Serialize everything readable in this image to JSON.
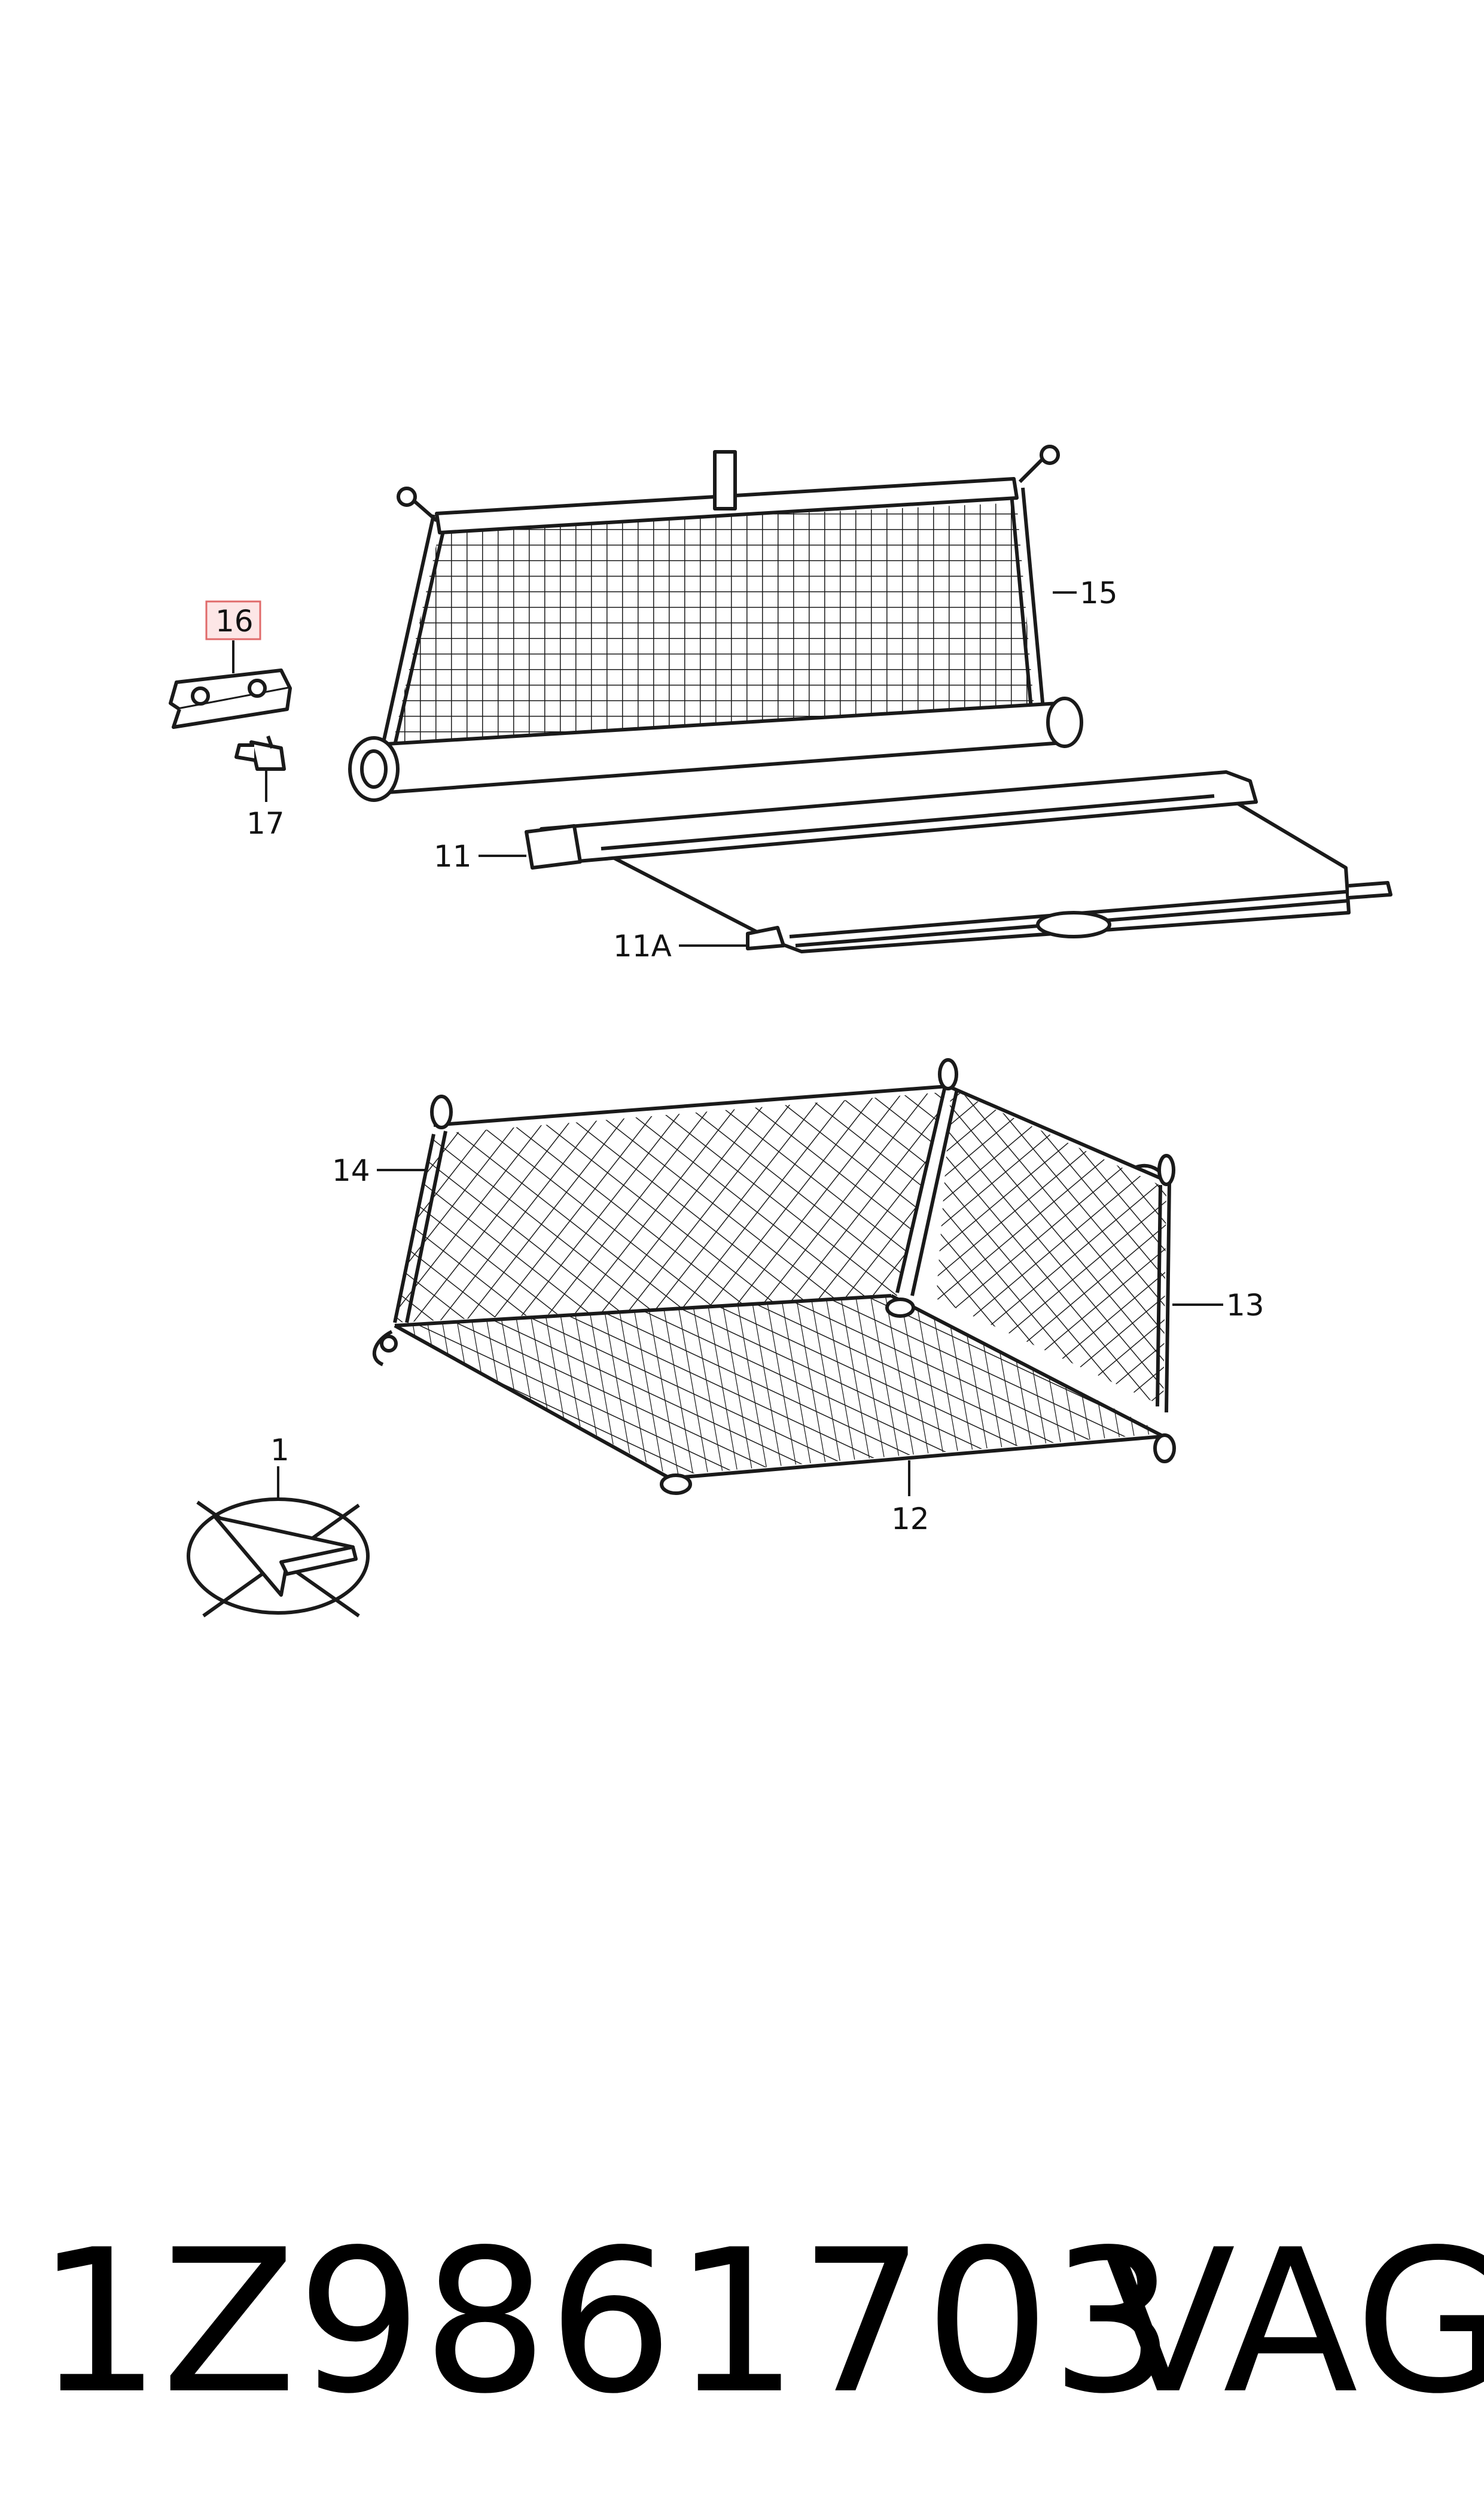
{
  "callouts": {
    "c1": "1",
    "c11": "11",
    "c11a": "11A",
    "c12": "12",
    "c13": "13",
    "c14": "14",
    "c15": "15",
    "c16": "16",
    "c17": "17"
  },
  "footer": {
    "part_number": "1Z9861703",
    "brand": "VAG"
  },
  "colors": {
    "highlight_box": "#e06a6a",
    "line": "#1a1a1a"
  }
}
